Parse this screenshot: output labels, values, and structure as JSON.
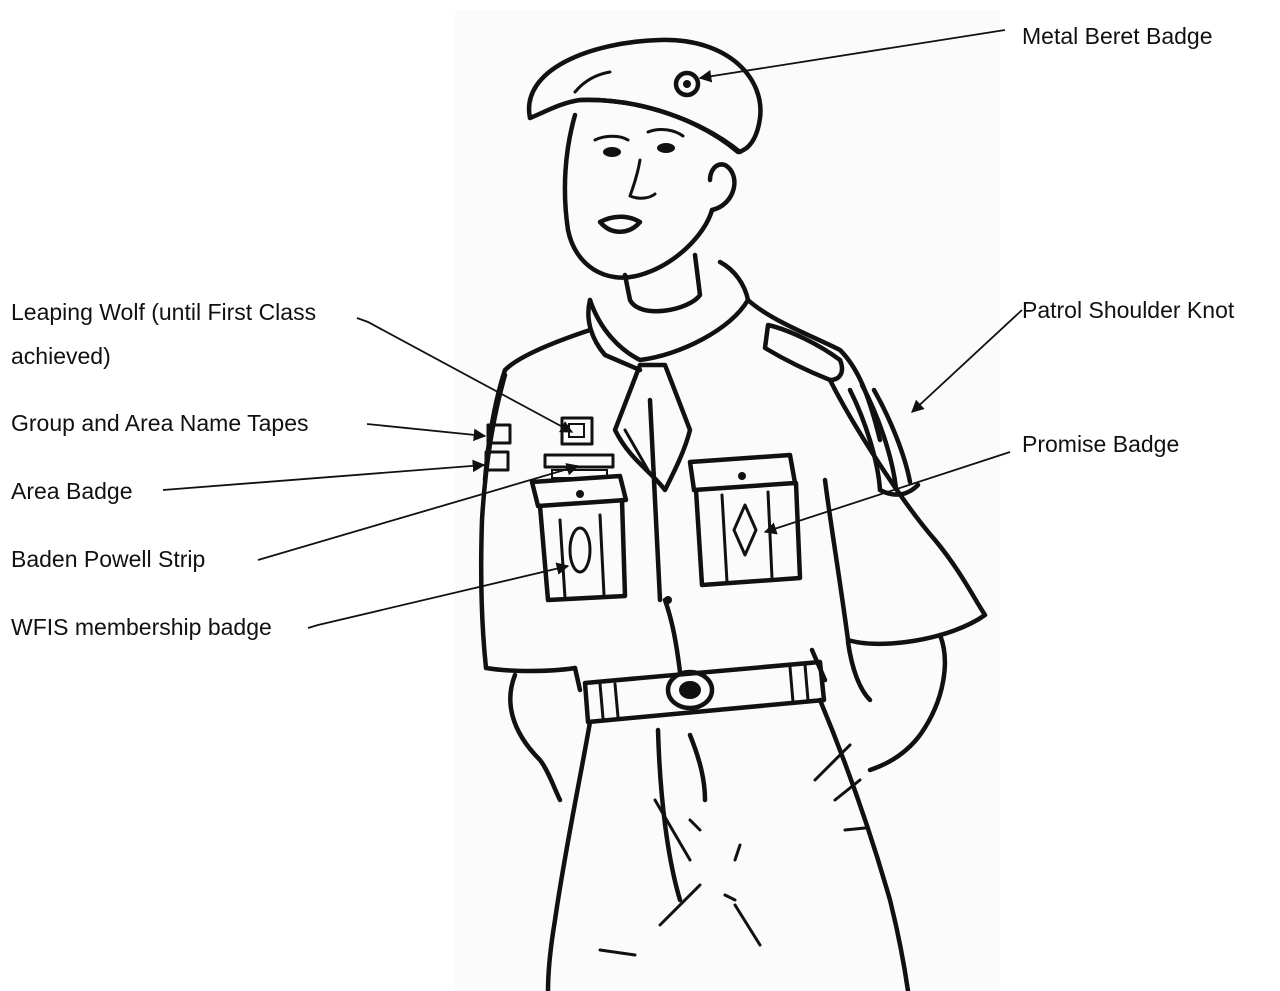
{
  "labels": {
    "metal_beret_badge": "Metal Beret Badge",
    "patrol_shoulder_knot": "Patrol Shoulder Knot",
    "promise_badge": "Promise Badge",
    "leaping_wolf_line1": "Leaping Wolf (until First Class",
    "leaping_wolf_line2": "achieved)",
    "group_area_name_tapes": "Group and Area Name Tapes",
    "area_badge": "Area Badge",
    "baden_powell_strip": "Baden Powell Strip",
    "wfis_membership_badge": "WFIS membership badge"
  },
  "colors": {
    "ink": "#111111",
    "paper": "#ffffff",
    "panel": "#fbfbfb"
  }
}
